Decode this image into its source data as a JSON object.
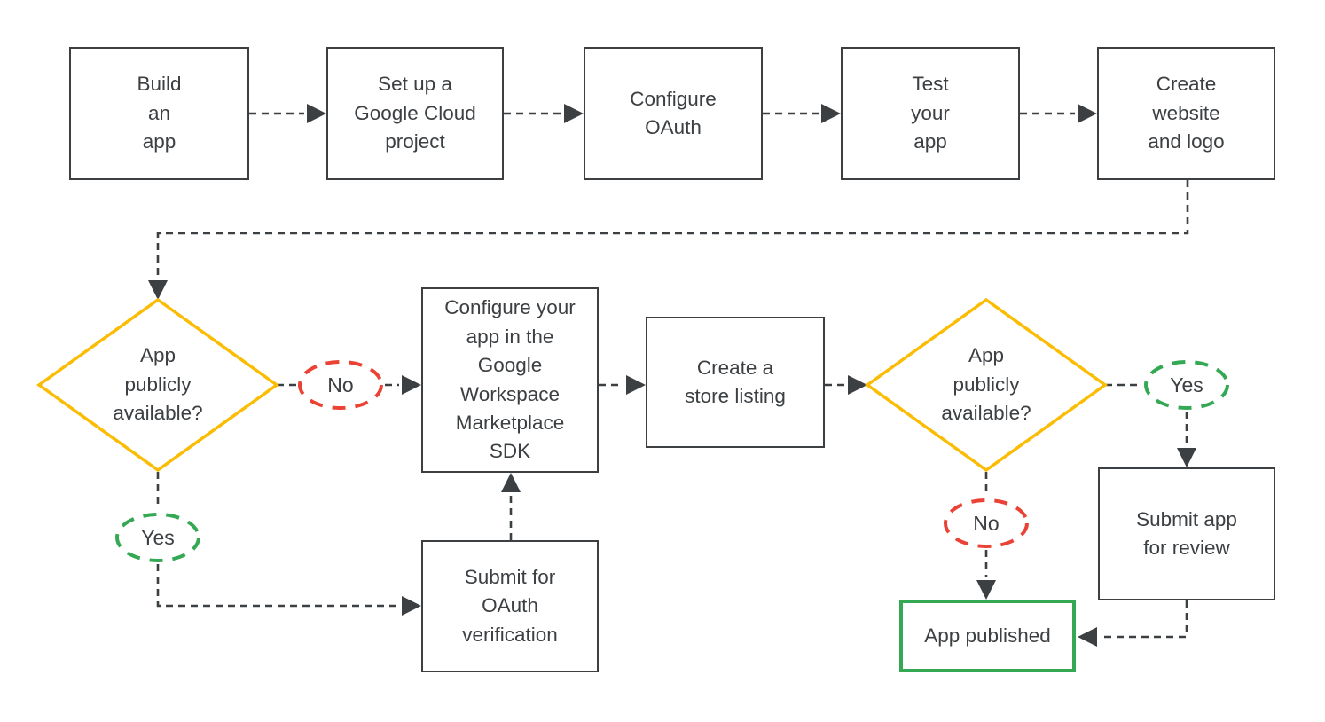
{
  "flowchart": {
    "colors": {
      "line": "#3c4043",
      "text": "#3c4043",
      "decision_border": "#fbbc04",
      "yes_border": "#34a853",
      "no_border": "#ea4335",
      "published_border": "#34a853",
      "background": "#ffffff"
    },
    "nodes": {
      "build_app": "Build\nan\napp",
      "setup_project": "Set up a\nGoogle Cloud\nproject",
      "configure_oauth": "Configure\nOAuth",
      "test_app": "Test\nyour\napp",
      "create_website": "Create\nwebsite\nand logo",
      "decision_public_1": "App\npublicly\navailable?",
      "configure_sdk": "Configure your\napp in the\nGoogle\nWorkspace\nMarketplace\nSDK",
      "store_listing": "Create a\nstore listing",
      "decision_public_2": "App\npublicly\navailable?",
      "submit_oauth": "Submit for\nOAuth\nverification",
      "submit_review": "Submit app\nfor review",
      "app_published": "App published"
    },
    "edge_labels": {
      "no_1": "No",
      "yes_1": "Yes",
      "yes_2": "Yes",
      "no_2": "No"
    }
  }
}
